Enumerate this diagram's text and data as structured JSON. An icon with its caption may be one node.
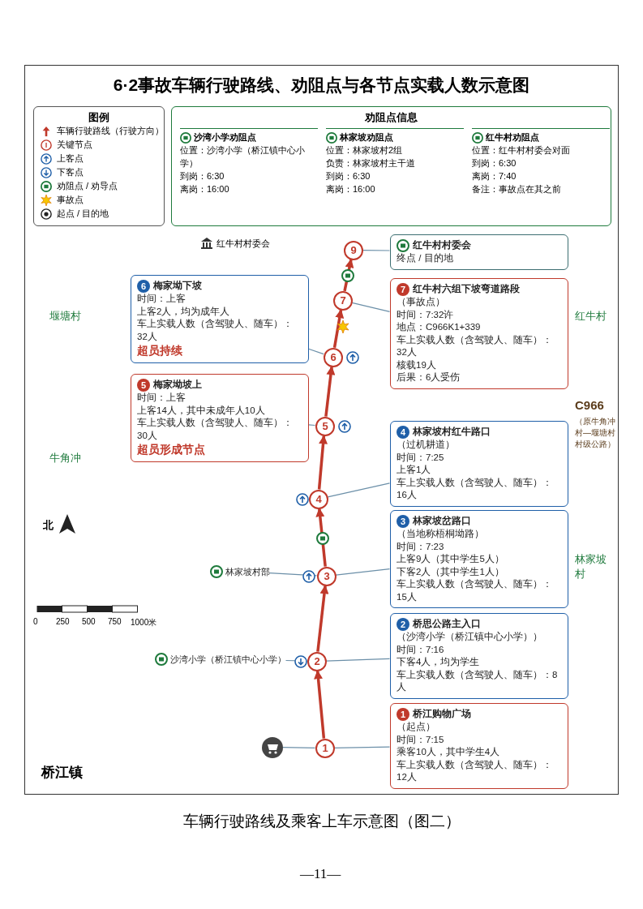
{
  "diagram": {
    "title": "6·2事故车辆行驶路线、劝阻点与各节点实载人数示意图",
    "caption": "车辆行驶路线及乘客上车示意图（图二）",
    "nodes": [
      {
        "text": [
          "1"
        ]
      },
      {
        "text": [
          "2"
        ]
      },
      {
        "text": [
          "3"
        ]
      },
      {
        "text": [
          "4"
        ]
      },
      {
        "text": [
          "5"
        ]
      },
      {
        "text": [
          "6"
        ]
      },
      {
        "text": [
          "7"
        ]
      },
      {
        "text": [
          "9"
        ]
      },
      {
        "text": [
          "1",
          "桥江购物广场",
          "（起点）",
          "时间：7:15",
          "乘客10人，其中学生4人",
          "车上实载人数（含驾驶人、随车）：12人"
        ]
      },
      {
        "text": [
          "2",
          "桥思公路主入口",
          "（沙湾小学（桥江镇中心小学））",
          "时间：7:16",
          "下客4人，均为学生",
          "车上实载人数（含驾驶人、随车）：8人"
        ]
      },
      {
        "text": [
          "3",
          "林家坡岔路口",
          "（当地称梧桐坳路）",
          "时间：7:23",
          "上客9人（其中学生5人）",
          "下客2人（其中学生1人）",
          "车上实载人数（含驾驶人、随车）：15人"
        ]
      },
      {
        "text": [
          "4",
          "林家坡村红牛路口",
          "（过机耕道）",
          "时间：7:25",
          "上客1人",
          "车上实载人数（含驾驶人、随车）：16人"
        ]
      },
      {
        "text": [
          "5",
          "梅家坳坡上",
          "时间：上客",
          "上客14人，其中未成年人10人",
          "车上实载人数（含驾驶人、随车）：30人",
          "超员形成节点"
        ]
      },
      {
        "text": [
          "6",
          "梅家坳下坡",
          "时间：上客",
          "上客2人，均为成年人",
          "车上实载人数（含驾驶人、随车）：32人",
          "超员持续"
        ]
      },
      {
        "text": [
          "7",
          "红牛村六组下坡弯道路段",
          "（事故点）",
          "时间：7:32许",
          "地点：C966K1+339",
          "车上实载人数（含驾驶人、随车）：32人",
          "核载19人",
          "后果：6人受伤"
        ]
      },
      {
        "text": [
          "红牛村村委会",
          "终点 / 目的地"
        ]
      },
      {
        "text": [],
        "shape": "picture"
      },
      {
        "text": [
          "沙湾小学（桥江镇中心小学）"
        ]
      },
      {
        "text": [
          "林家坡村部"
        ]
      },
      {
        "text": [
          "劝阻点信息"
        ]
      },
      {
        "text": [
          "沙湾小学劝阻点",
          "位置：沙湾小学（桥江镇中心小学）",
          "到岗：6:30",
          "离岗：16:00"
        ],
        "in": 19
      },
      {
        "text": [
          "林家坡劝阻点",
          "位置：林家坡村2组",
          "负责：林家坡村主干道",
          "到岗：6:30",
          "离岗：16:00"
        ],
        "in": 19
      },
      {
        "text": [
          "红牛村劝阻点",
          "位置：红牛村村委会对面",
          "到岗：6:30",
          "离岗：7:40",
          "备注：事故点在其之前"
        ],
        "in": 19
      }
    ],
    "edges": [
      {
        "from": 0,
        "to": 1,
        "arrow": "to",
        "style": "thick",
        "color": "#c0392b"
      },
      {
        "from": 1,
        "to": 2,
        "arrow": "to",
        "style": "thick",
        "color": "#c0392b"
      },
      {
        "from": 2,
        "to": 3,
        "arrow": "to",
        "style": "thick",
        "color": "#c0392b"
      },
      {
        "from": 3,
        "to": 4,
        "arrow": "to",
        "style": "thick",
        "color": "#c0392b"
      },
      {
        "from": 4,
        "to": 5,
        "arrow": "to",
        "style": "thick",
        "color": "#c0392b"
      },
      {
        "from": 5,
        "to": 6,
        "arrow": "to",
        "style": "thick",
        "color": "#c0392b"
      },
      {
        "from": 6,
        "to": 7,
        "arrow": "to",
        "style": "thick",
        "color": "#c0392b"
      },
      {
        "from": 8,
        "to": 0,
        "arrow": "none"
      },
      {
        "from": 9,
        "to": 1,
        "arrow": "none"
      },
      {
        "from": 10,
        "to": 2,
        "arrow": "none"
      },
      {
        "from": 11,
        "to": 3,
        "arrow": "none"
      },
      {
        "from": 12,
        "to": 4,
        "arrow": "none"
      },
      {
        "from": 13,
        "to": 5,
        "arrow": "none"
      },
      {
        "from": 14,
        "to": 6,
        "arrow": "none"
      },
      {
        "from": 15,
        "to": 7,
        "arrow": "none"
      },
      {
        "from": 16,
        "to": 0,
        "arrow": "none"
      },
      {
        "from": 17,
        "to": 1,
        "arrow": "none"
      },
      {
        "from": 18,
        "to": 2,
        "arrow": "none"
      }
    ],
    "labels": [
      "图例",
      "红牛村村委会",
      "堰塘村",
      "牛角冲",
      "林家坡村",
      "红牛村",
      "C966",
      "（原牛角冲村—堰塘村村级公路）",
      "北",
      "0",
      "250",
      "500",
      "750",
      "1000米",
      "桥江镇",
      "—11—"
    ],
    "legend": [
      {
        "text": "车辆行驶路线（行驶方向）"
      },
      {
        "text": "关键节点"
      },
      {
        "text": "上客点"
      },
      {
        "text": "下客点"
      },
      {
        "text": "劝阻点 / 劝导点"
      },
      {
        "text": "事故点"
      },
      {
        "text": "起点 / 目的地"
      }
    ]
  }
}
